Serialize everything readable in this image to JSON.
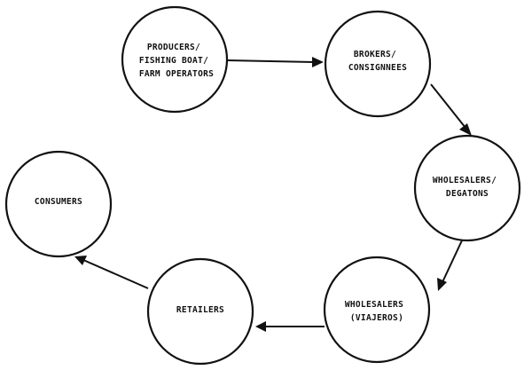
{
  "diagram": {
    "nodes": [
      {
        "id": "producers",
        "lines": [
          "PRODUCERS/",
          "FISHING BOAT/",
          "FARM OPERATORS"
        ]
      },
      {
        "id": "brokers",
        "lines": [
          "BROKERS/",
          "CONSIGNNEES"
        ]
      },
      {
        "id": "wholesalers-degatons",
        "lines": [
          "WHOLESALERS/",
          "DEGATONS"
        ]
      },
      {
        "id": "wholesalers-viajeros",
        "lines": [
          "WHOLESALERS",
          "(VIAJEROS)"
        ]
      },
      {
        "id": "retailers",
        "lines": [
          "RETAILERS"
        ]
      },
      {
        "id": "consumers",
        "lines": [
          "CONSUMERS"
        ]
      }
    ],
    "edges": [
      {
        "from": "producers",
        "to": "brokers"
      },
      {
        "from": "brokers",
        "to": "wholesalers-degatons"
      },
      {
        "from": "wholesalers-degatons",
        "to": "wholesalers-viajeros"
      },
      {
        "from": "wholesalers-viajeros",
        "to": "retailers"
      },
      {
        "from": "retailers",
        "to": "consumers"
      }
    ]
  }
}
